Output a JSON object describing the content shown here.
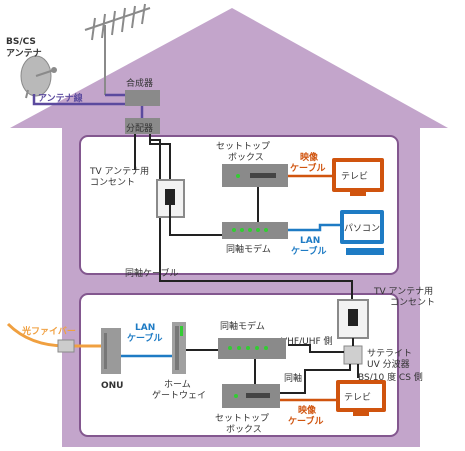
{
  "labels": {
    "bs_cs_antenna": [
      "BS/CS",
      "アンテナ"
    ],
    "antenna_cable": "アンテナ線",
    "combiner": "合成器",
    "splitter": "分配器",
    "tv_outlet_upper": [
      "TV アンテナ用",
      "コンセント"
    ],
    "settop_upper": [
      "セットトップ",
      "ボックス"
    ],
    "video_cable_upper": [
      "映像",
      "ケーブル"
    ],
    "tv_upper": "テレビ",
    "modem_upper": "同軸モデム",
    "lan_cable_upper": [
      "LAN",
      "ケーブル"
    ],
    "pc": "パソコン",
    "coax_cable": "同軸ケーブル",
    "tv_outlet_lower": [
      "TV アンテナ用",
      "コンセント"
    ],
    "fiber": "光ファイバー",
    "lan_cable_lower": [
      "LAN",
      "ケーブル"
    ],
    "modem_lower": "同軸モデム",
    "vhf_uhf": "VHF/UHF 側",
    "satellite_splitter": [
      "サテライト",
      "UV 分波器"
    ],
    "onu": "ONU",
    "home_gateway": [
      "ホーム",
      "ゲートウェイ"
    ],
    "coax": "同軸",
    "bs_cs_side": "BS/10 度 CS 側",
    "settop_lower": [
      "セットトップ",
      "ボックス"
    ],
    "video_cable_lower": [
      "映像",
      "ケーブル"
    ],
    "tv_lower": "テレビ"
  },
  "colors": {
    "house": "#c3a5cb",
    "room_border": "#83578f",
    "antenna_line": "#5b4a9e",
    "coax_line": "#222222",
    "lan_line": "#1e7bc4",
    "video_line": "#d0540e",
    "fiber_line": "#f0a040",
    "device": "#8a8a8a"
  }
}
